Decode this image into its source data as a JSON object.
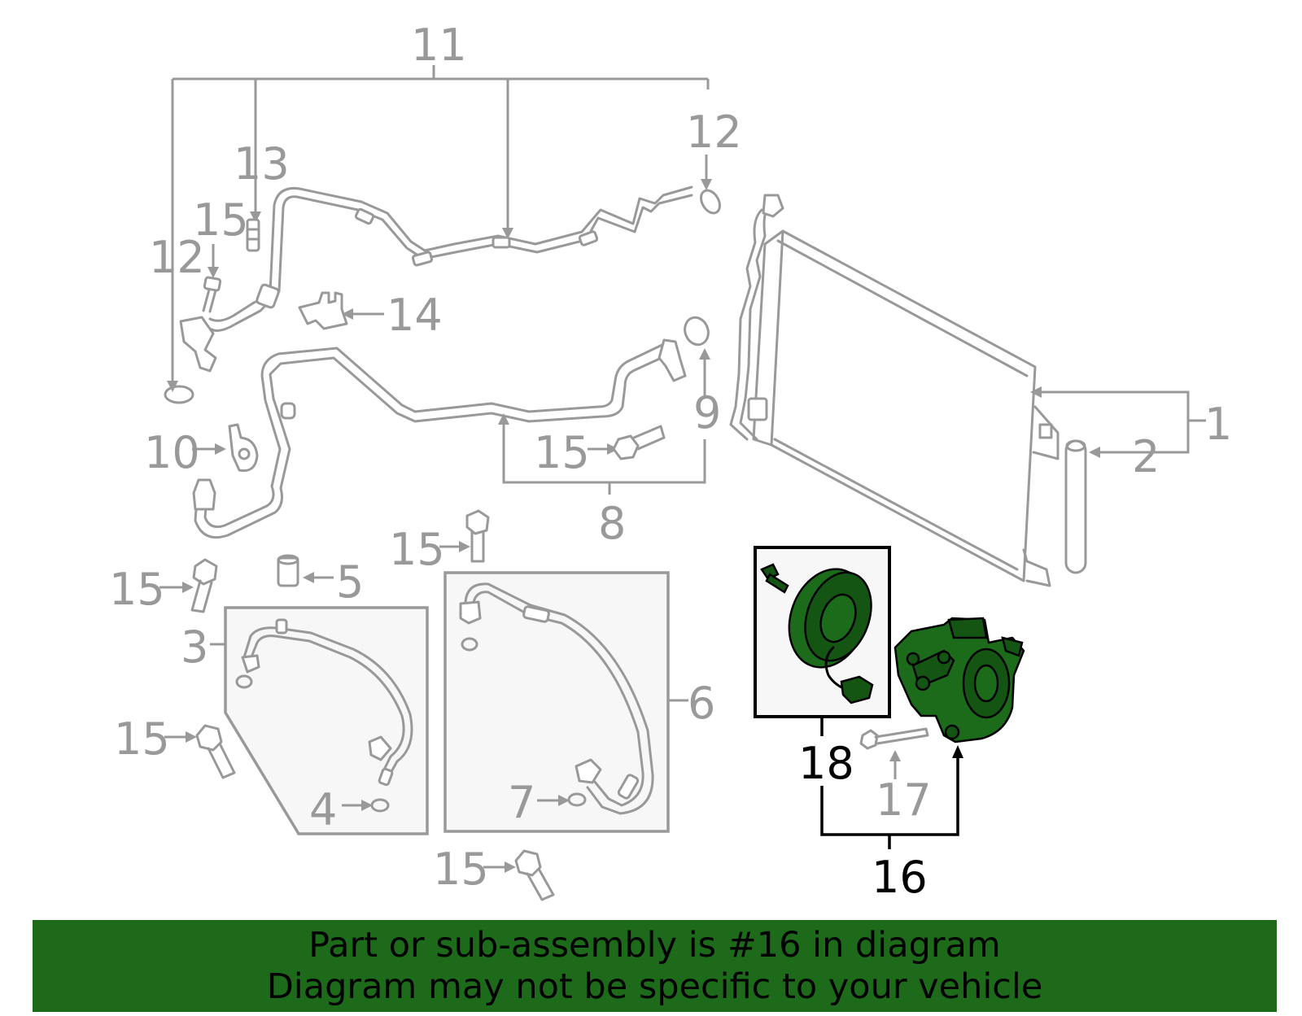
{
  "callouts": {
    "c1": "1",
    "c2": "2",
    "c3": "3",
    "c4": "4",
    "c5": "5",
    "c6": "6",
    "c7": "7",
    "c8": "8",
    "c9": "9",
    "c10": "10",
    "c11": "11",
    "c12": "12",
    "c13": "13",
    "c14": "14",
    "c15": "15",
    "c16": "16",
    "c17": "17",
    "c18": "18"
  },
  "highlight": {
    "part": "16",
    "color": "#1b6b1b"
  },
  "banner": {
    "line1": "Part or sub-assembly is #16 in diagram",
    "line2": "Diagram may not be specific to your vehicle",
    "color": "#1d6b1a"
  }
}
